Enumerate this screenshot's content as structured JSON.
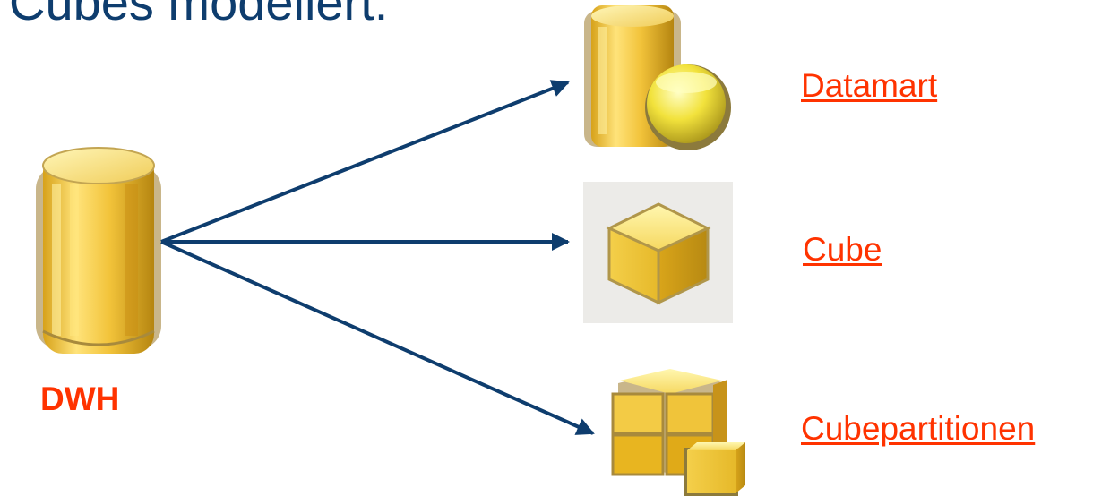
{
  "slide": {
    "title_fragment": "Cubes modellert:"
  },
  "source": {
    "label": "DWH",
    "icon": "database-cylinder-icon"
  },
  "targets": [
    {
      "label": "Datamart",
      "icon": "datamart-icon"
    },
    {
      "label": "Cube",
      "icon": "cube-icon"
    },
    {
      "label": "Cubepartitionen",
      "icon": "cube-partitions-icon"
    }
  ],
  "colors": {
    "arrow": "#0e3d6e",
    "label_accent": "#ff3300",
    "icon_gold": "#e8b520"
  }
}
